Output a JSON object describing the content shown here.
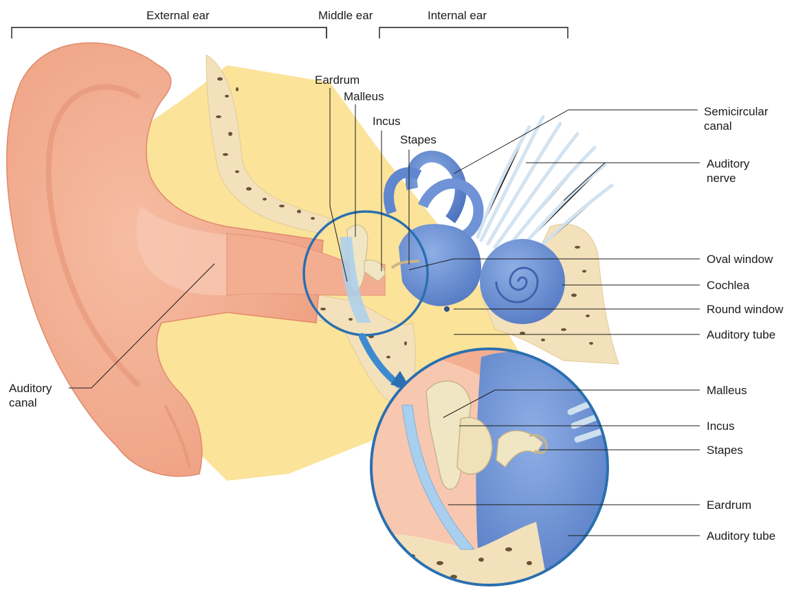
{
  "regions": {
    "external": "External ear",
    "middle": "Middle ear",
    "internal": "Internal ear"
  },
  "labels": {
    "eardrum_top": "Eardrum",
    "malleus_top": "Malleus",
    "incus_top": "Incus",
    "stapes_top": "Stapes",
    "semicircular_canal": "Semicircular\ncanal",
    "auditory_nerve": "Auditory\nnerve",
    "oval_window": "Oval window",
    "cochlea": "Cochlea",
    "round_window": "Round window",
    "auditory_tube_top": "Auditory tube",
    "auditory_canal": "Auditory\ncanal",
    "malleus_detail": "Malleus",
    "incus_detail": "Incus",
    "stapes_detail": "Stapes",
    "eardrum_detail": "Eardrum",
    "auditory_tube_detail": "Auditory tube"
  },
  "colors": {
    "skin": "#f3ae92",
    "skin_light": "#f8c7b0",
    "skin_dark": "#e48f72",
    "bone": "#f3e1bb",
    "bone_pores": "#6b5238",
    "fat_yellow": "#fbe39a",
    "labyrinth_blue": "#5f86cf",
    "labyrinth_dark": "#3f63ad",
    "nerve": "#cfe0ef",
    "eardrum_blue": "#a9cfee",
    "ossicle": "#f1e6c4",
    "lens_ring": "#2a6fb0",
    "leader": "#1a1a1a"
  }
}
